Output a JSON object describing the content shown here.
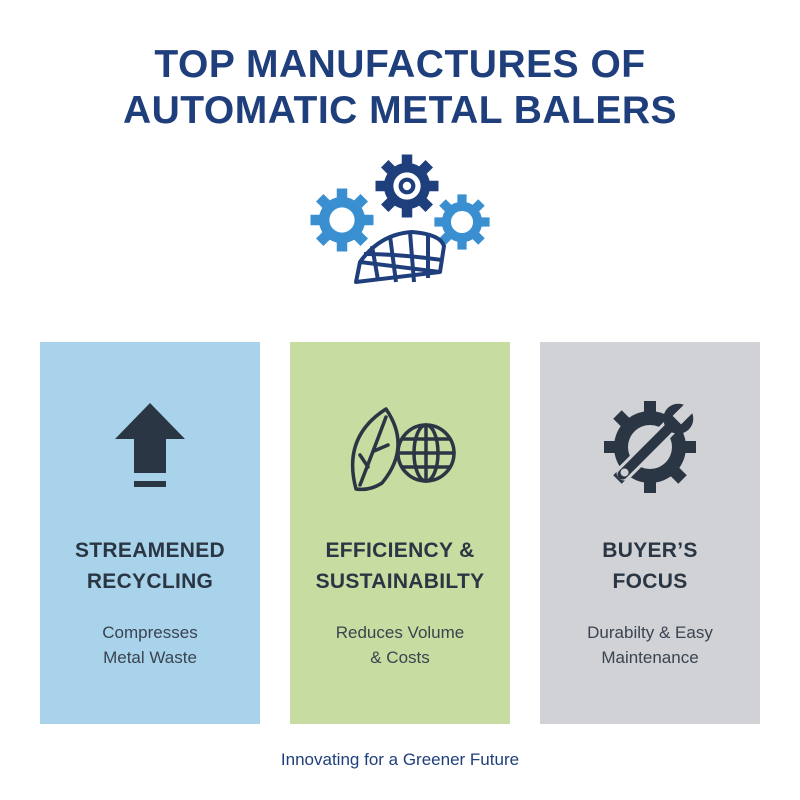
{
  "title": {
    "line1": "TOP MANUFACTURES OF",
    "line2": "AUTOMATIC METAL BALERS"
  },
  "hero_icon": "gears-and-bale-icon",
  "panels": [
    {
      "icon": "arrow-up-icon",
      "heading_line1": "STREAMENED",
      "heading_line2": "RECYCLING",
      "body_line1": "Compresses",
      "body_line2": "Metal Waste",
      "background": "#a9d3ea"
    },
    {
      "icon": "leaf-globe-icon",
      "heading_line1": "EFFICIENCY &",
      "heading_line2": "SUSTAINABILTY",
      "body_line1": "Reduces Volume",
      "body_line2": "& Costs",
      "background": "#c7dca0"
    },
    {
      "icon": "wrench-gear-icon",
      "heading_line1": "BUYER’S",
      "heading_line2": "FOCUS",
      "body_line1": "Durabilty & Easy",
      "body_line2": "Maintenance",
      "background": "#d0d2d6"
    }
  ],
  "footer": "Innovating for a Greener Future",
  "colors": {
    "title": "#1f3f7c",
    "gear_dark": "#1f3f7c",
    "gear_light": "#3a8fd0",
    "icon_dark": "#2a3643"
  }
}
